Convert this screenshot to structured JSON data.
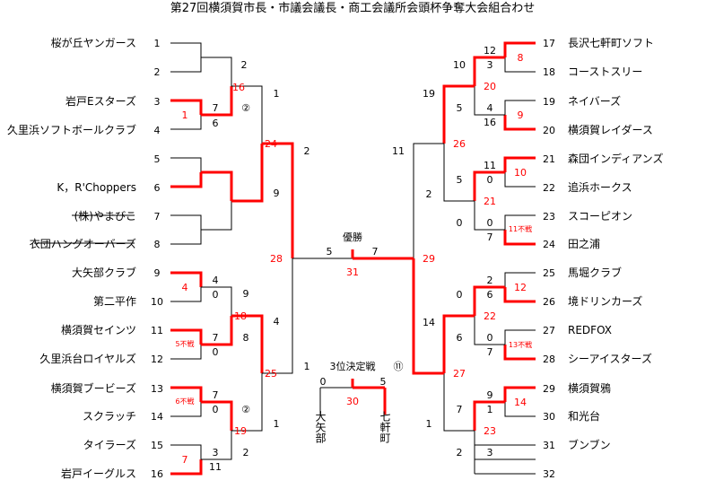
{
  "title": "第27回横須賀市長・市議会議長・商工会議所会頭杯争奪大会組合わせ",
  "teams_left": [
    "桜が丘ヤンガース",
    "",
    "岩戸Eスターズ",
    "久里浜ソフトボールクラブ",
    "",
    "K，R'Choppers",
    "(株)やまびこ",
    "衣団ハングオーバーズ",
    "大矢部クラブ",
    "第二平作",
    "横須賀セインツ",
    "久里浜台ロイヤルズ",
    "横須賀ブービーズ",
    "スクラッチ",
    "タイラーズ",
    "岩戸イーグルス"
  ],
  "teams_right": [
    "長沢七軒町ソフト",
    "コーストスリー",
    "ネイバーズ",
    "横須賀レイダース",
    "森団インディアンズ",
    "追浜ホークス",
    "スコーピオン",
    "田之浦",
    "馬堀クラブ",
    "境ドリンカーズ",
    "REDFOX",
    "シーアイスターズ",
    "横須賀鴉",
    "和光台",
    "ブンブン",
    ""
  ],
  "seeds_left": [
    "1",
    "2",
    "3",
    "4",
    "5",
    "6",
    "7",
    "8",
    "9",
    "10",
    "11",
    "12",
    "13",
    "14",
    "15",
    "16"
  ],
  "seeds_right": [
    "17",
    "18",
    "19",
    "20",
    "21",
    "22",
    "23",
    "24",
    "25",
    "26",
    "27",
    "28",
    "29",
    "30",
    "31",
    "32"
  ],
  "final": {
    "label": "優勝",
    "left_score": "5",
    "right_score": "7",
    "game_no": "31"
  },
  "third_place": {
    "label": "3位決定戦",
    "game_no_mark": "⑪",
    "left_score": "0",
    "right_score": "5",
    "game_no": "30",
    "left_team": "大矢部",
    "right_team": "七軒町"
  },
  "annotations": {
    "l_1_2": "2",
    "l_3_4_win": "7",
    "l_3_4_lose": "6",
    "l_3_4_game": "1",
    "l_1_4_top": "2",
    "l_1_4_game": "16",
    "l_circle_a": "②",
    "l_5_6_game": "",
    "l_7_8_score": "",
    "l_5_8": "9",
    "l_1_8_game": "24",
    "l_1_8_top": "1",
    "l_8_top": "2",
    "l_9_10_top": "4",
    "l_9_10_bot": "0",
    "l_9_10_game": "4",
    "l_11_12_top": "7",
    "l_11_12_bot": "0",
    "l_11_12_game": "5不戦",
    "l_9_12_top": "9",
    "l_9_12_bot": "8",
    "l_9_12_game": "18",
    "l_13_14_top": "7",
    "l_13_14_bot": "0",
    "l_13_14_game": "6不戦",
    "l_15_16_top": "3",
    "l_15_16_bot": "11",
    "l_15_16_game": "7",
    "l_13_16_top": "1",
    "l_13_16_game": "19",
    "l_circle_b": "②",
    "l_13_16_bot": "2",
    "l_9_16_game": "25",
    "l_9_16_top": "4",
    "l_9_16_bot": "1",
    "l_semi_game": "28",
    "r_17_18_top": "12",
    "r_17_18_bot": "3",
    "r_17_18_game": "8",
    "r_19_20_top": "4",
    "r_19_20_bot": "16",
    "r_19_20_game": "9",
    "r_17_20_top": "10",
    "r_17_20_bot": "5",
    "r_17_20_game": "20",
    "r_17_24_top": "19",
    "r_17_24_bot": "2",
    "r_17_24_game": "26",
    "r_21_22_top": "11",
    "r_21_22_bot": "0",
    "r_21_22_game": "10",
    "r_23_24_top": "0",
    "r_23_24_bot": "7",
    "r_23_24_game": "11不戦",
    "r_21_24_top": "5",
    "r_21_24_bot": "0",
    "r_21_24_game": "21",
    "r_top_score": "11",
    "r_25_26_top": "2",
    "r_25_26_bot": "6",
    "r_25_26_game": "12",
    "r_27_28_top": "0",
    "r_27_28_bot": "7",
    "r_27_28_game": "13不戦",
    "r_25_28_top": "0",
    "r_25_28_bot": "6",
    "r_25_28_game": "22",
    "r_29_30_top": "9",
    "r_29_30_bot": "1",
    "r_29_30_game": "14",
    "r_29_32_top": "7",
    "r_29_32_bot": "3",
    "r_29_32_game": "23",
    "r_25_32_top": "14",
    "r_25_32_bot": "1",
    "r_25_32_bot2": "2",
    "r_25_32_game": "27",
    "r_semi_game": "29"
  },
  "colors": {
    "winner_line": "#ff0000",
    "line": "#000000",
    "score_red": "#ff0000"
  }
}
